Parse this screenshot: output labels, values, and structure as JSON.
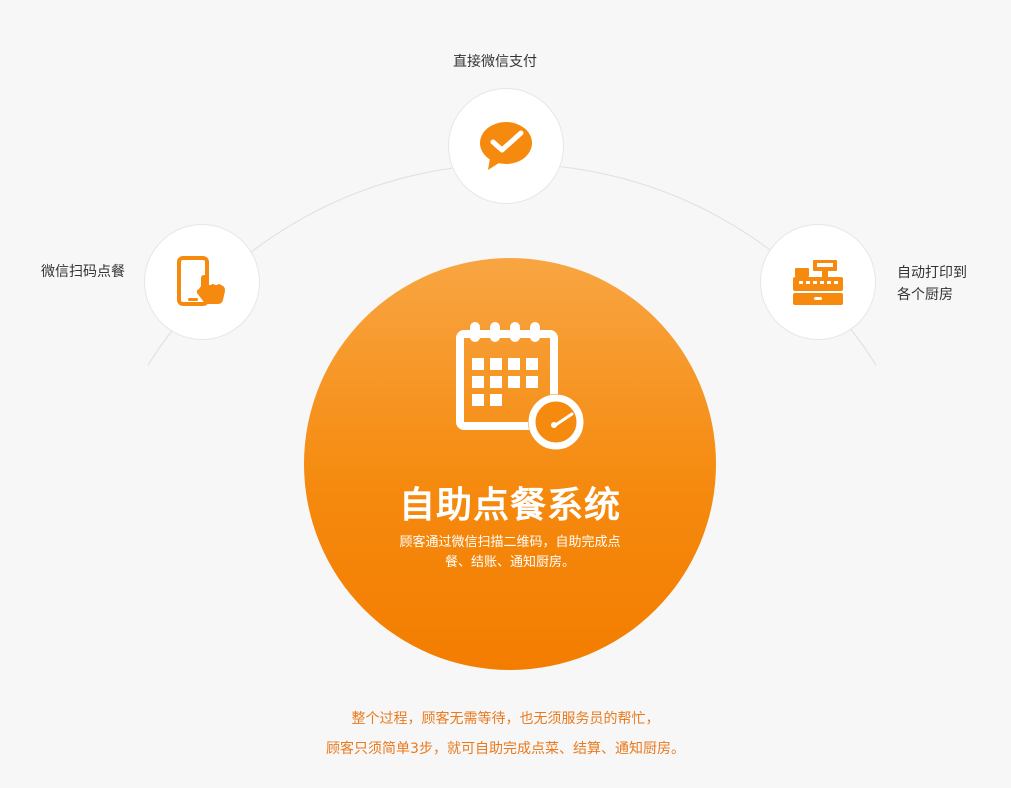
{
  "steps": [
    {
      "label": "直接微信支付",
      "icon": "wechat-pay-icon"
    },
    {
      "label": "微信扫码点餐",
      "icon": "phone-tap-icon"
    },
    {
      "label_line1": "自动打印到",
      "label_line2": "各个厨房",
      "icon": "cash-register-printer-icon"
    }
  ],
  "center": {
    "title": "自助点餐系统",
    "description": "顾客通过微信扫描二维码，自助完成点餐、结账、通知厨房。",
    "icon": "calendar-clock-icon"
  },
  "footer": {
    "line1": "整个过程，顾客无需等待，也无须服务员的帮忙，",
    "line2": "顾客只须简单3步，就可自助完成点菜、结算、通知厨房。"
  },
  "colors": {
    "accent": "#f58a0f",
    "accent_light": "#f8a542",
    "footer_text": "#e97a1e",
    "node_border": "#e6e6e6",
    "background": "#f7f7f7"
  }
}
